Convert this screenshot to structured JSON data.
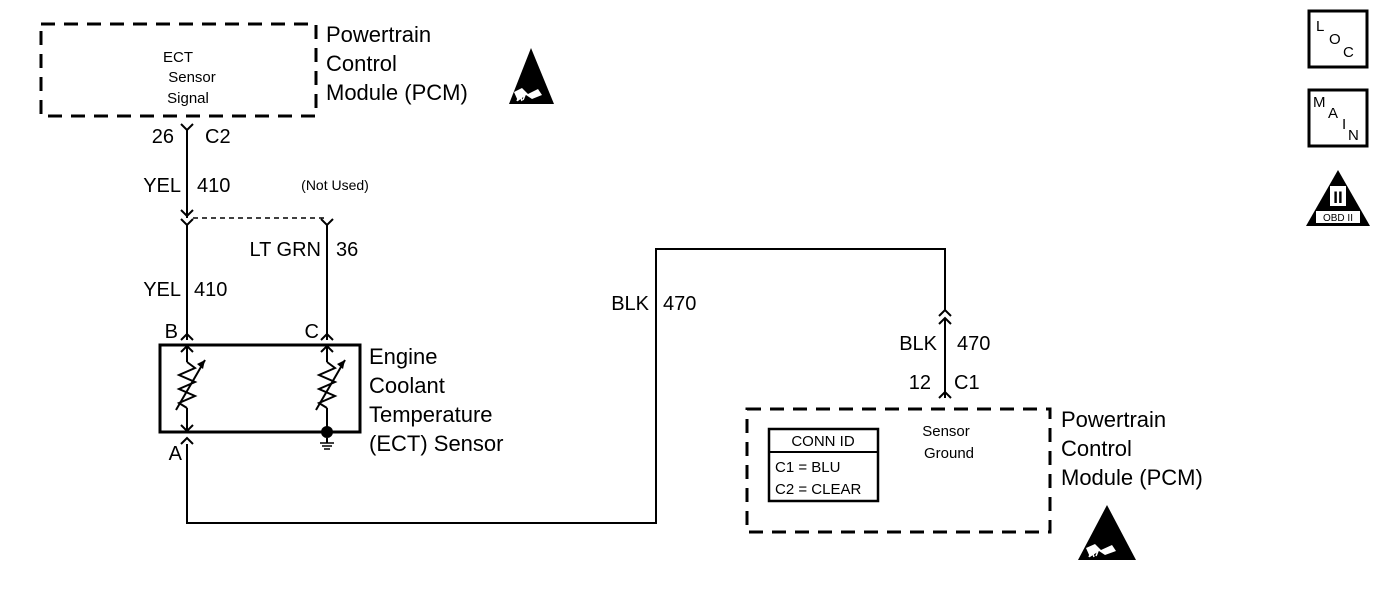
{
  "pcm_top": {
    "name_lines": [
      "Powertrain",
      "Control",
      "Module (PCM)"
    ],
    "signal_lines": [
      "ECT",
      "Sensor",
      "Signal"
    ],
    "pin": "26",
    "connector": "C2"
  },
  "wires": {
    "yel_upper": {
      "color": "YEL",
      "circuit": "410"
    },
    "not_used": "(Not Used)",
    "lt_grn": {
      "color": "LT GRN",
      "circuit": "36"
    },
    "yel_lower": {
      "color": "YEL",
      "circuit": "410"
    },
    "blk_left": {
      "color": "BLK",
      "circuit": "470"
    },
    "blk_right": {
      "color": "BLK",
      "circuit": "470"
    }
  },
  "ect_sensor": {
    "name_lines": [
      "Engine",
      "Coolant",
      "Temperature",
      "(ECT) Sensor"
    ],
    "terminal_b": "B",
    "terminal_c": "C",
    "terminal_a": "A"
  },
  "pcm_bottom": {
    "name_lines": [
      "Powertrain",
      "Control",
      "Module (PCM)"
    ],
    "ground_lines": [
      "Sensor",
      "Ground"
    ],
    "pin": "12",
    "connector": "C1",
    "conn_id": {
      "title": "CONN ID",
      "rows": [
        "C1 = BLU",
        "C2 = CLEAR"
      ]
    }
  },
  "side_icons": {
    "loc": [
      "L",
      "O",
      "C"
    ],
    "main": [
      "M",
      "A",
      "I",
      "N"
    ],
    "obd": {
      "numeral": "II",
      "label": "OBD II"
    }
  }
}
